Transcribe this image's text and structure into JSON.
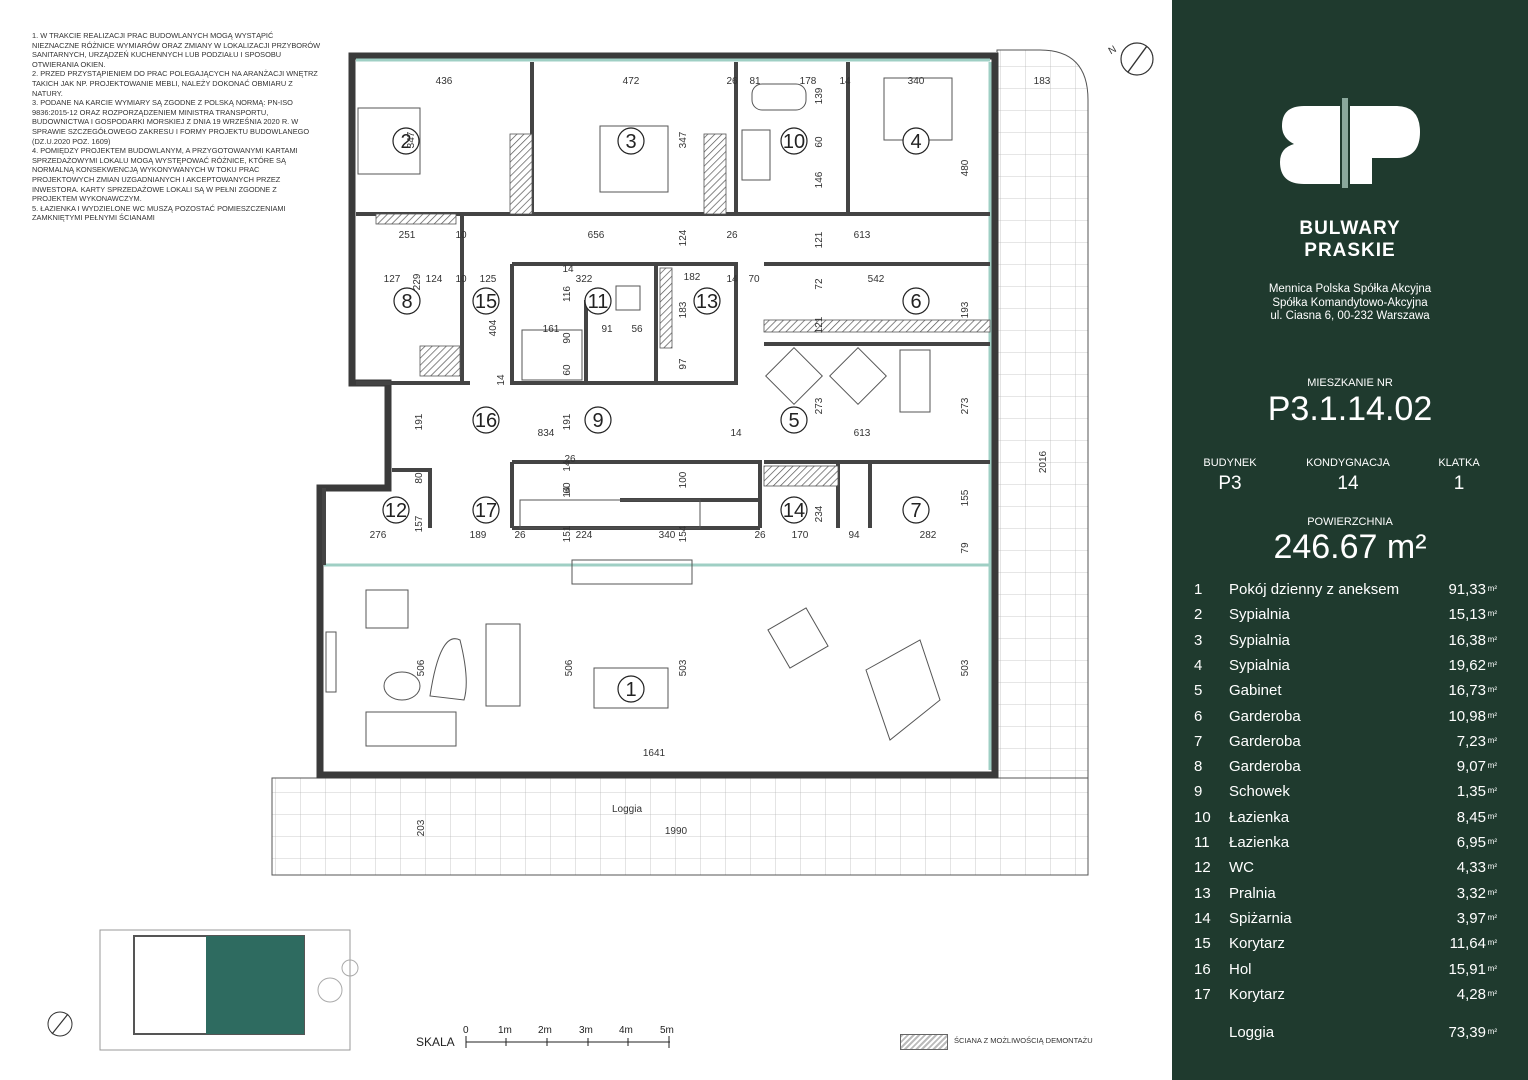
{
  "notes": [
    "1. W trakcie realizacji prac budowlanych mogą wystąpić nieznaczne różnice wymiarów oraz zmiany w lokalizacji przyborów sanitarnych, urządzeń kuchennych lub podziału i sposobu otwierania okien.",
    "2. Przed przystąpieniem do prac polegających na aranżacji wnętrz takich jak np. projektowanie mebli, należy dokonać obmiaru z natury.",
    "3. Podane na karcie wymiary są zgodne z polską normą: PN-ISO 9836:2015-12 oraz rozporządzeniem ministra transportu, budownictwa i gospodarki morskiej z dnia 19 września 2020 r. w sprawie szczegółowego zakresu i formy projektu budowlanego (Dz.U.2020 poz. 1609)",
    "4. Pomiędzy projektem budowlanym, a przygotowanymi kartami sprzedażowymi lokalu mogą występować różnice, które są normalną konsekwencją wykonywanych w toku prac projektowych zmian uzgadnianych i akceptowanych przez inwestora. Karty sprzedażowe lokali są w pełni zgodne z projektem wykonawczym.",
    "5. Łazienka i wydzielone WC muszą pozostać pomieszczeniami zamkniętymi pełnymi ścianami"
  ],
  "plan": {
    "room_numbers": [
      "1",
      "2",
      "3",
      "4",
      "5",
      "6",
      "7",
      "8",
      "9",
      "10",
      "11",
      "12",
      "13",
      "14",
      "15",
      "16",
      "17"
    ],
    "dims": [
      "436",
      "472",
      "26",
      "81",
      "178",
      "14",
      "340",
      "183",
      "347",
      "347",
      "139",
      "60",
      "146",
      "480",
      "251",
      "10",
      "656",
      "124",
      "26",
      "121",
      "613",
      "127",
      "124",
      "10",
      "125",
      "14",
      "322",
      "14",
      "70",
      "542",
      "229",
      "116",
      "404",
      "182",
      "183",
      "72",
      "193",
      "161",
      "90",
      "91",
      "56",
      "121",
      "97",
      "14",
      "60",
      "191",
      "834",
      "14",
      "191",
      "613",
      "273",
      "273",
      "14",
      "26",
      "80",
      "14",
      "60",
      "100",
      "157",
      "276",
      "189",
      "26",
      "151",
      "224",
      "340",
      "154",
      "26",
      "234",
      "170",
      "94",
      "282",
      "155",
      "79",
      "506",
      "506",
      "503",
      "503",
      "1641",
      "203",
      "1990",
      "2016"
    ],
    "loggia_label": "Loggia",
    "north_label": "N"
  },
  "scale": {
    "label": "SKALA",
    "ticks": [
      "0",
      "1m",
      "2m",
      "3m",
      "4m",
      "5m"
    ]
  },
  "legend": "ŚCIANA Z MOŻLIWOŚCIĄ DEMONTAŻU",
  "brand": {
    "line1": "BULWARY",
    "line2": "PRASKIE"
  },
  "company": {
    "line1": "Mennica Polska Spółka Akcyjna",
    "line2": "Spółka Komandytowo-Akcyjna",
    "line3": "ul. Ciasna 6, 00-232 Warszawa"
  },
  "apartment": {
    "label": "MIESZKANIE NR",
    "number": "P3.1.14.02"
  },
  "meta": [
    {
      "label": "BUDYNEK",
      "value": "P3"
    },
    {
      "label": "KONDYGNACJA",
      "value": "14"
    },
    {
      "label": "KLATKA",
      "value": "1"
    }
  ],
  "area": {
    "label": "POWIERZCHNIA",
    "value": "246.67 m²"
  },
  "unit": "m²",
  "rooms": [
    {
      "no": "1",
      "name": "Pokój dzienny z aneksem",
      "area": "91,33"
    },
    {
      "no": "2",
      "name": "Sypialnia",
      "area": "15,13"
    },
    {
      "no": "3",
      "name": "Sypialnia",
      "area": "16,38"
    },
    {
      "no": "4",
      "name": "Sypialnia",
      "area": "19,62"
    },
    {
      "no": "5",
      "name": "Gabinet",
      "area": "16,73"
    },
    {
      "no": "6",
      "name": "Garderoba",
      "area": "10,98"
    },
    {
      "no": "7",
      "name": "Garderoba",
      "area": "7,23"
    },
    {
      "no": "8",
      "name": "Garderoba",
      "area": "9,07"
    },
    {
      "no": "9",
      "name": "Schowek",
      "area": "1,35"
    },
    {
      "no": "10",
      "name": "Łazienka",
      "area": "8,45"
    },
    {
      "no": "11",
      "name": "Łazienka",
      "area": "6,95"
    },
    {
      "no": "12",
      "name": "WC",
      "area": "4,33"
    },
    {
      "no": "13",
      "name": "Pralnia",
      "area": "3,32"
    },
    {
      "no": "14",
      "name": "Spiżarnia",
      "area": "3,97"
    },
    {
      "no": "15",
      "name": "Korytarz",
      "area": "11,64"
    },
    {
      "no": "16",
      "name": "Hol",
      "area": "15,91"
    },
    {
      "no": "17",
      "name": "Korytarz",
      "area": "4,28"
    }
  ],
  "loggia": {
    "no": "",
    "name": "Loggia",
    "area": "73,39"
  },
  "colors": {
    "panel": "#1f3a2e",
    "wall": "#3a3a3a",
    "accent": "#2e6b60",
    "glass": "#9fcfc4"
  }
}
